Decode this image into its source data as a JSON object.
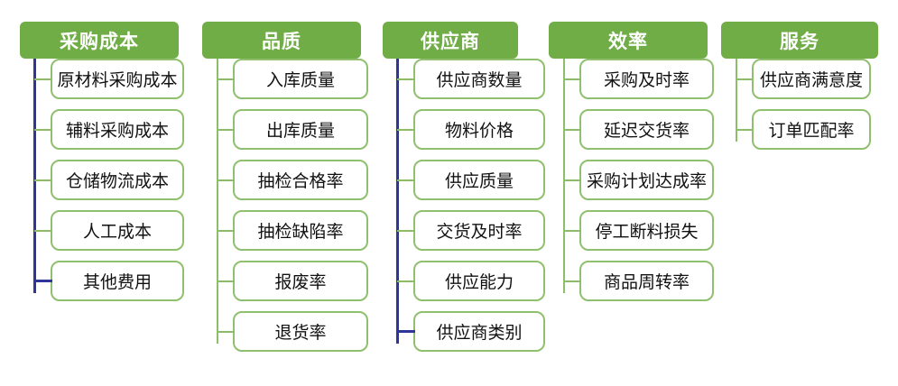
{
  "colors": {
    "category_fill": "#70AD47",
    "node_border": "#8FBF6F",
    "connector_green": "#8CBE68",
    "connector_navy": "#2F3699",
    "node_text": "#111111",
    "category_text": "#FFFFFF"
  },
  "columns": [
    {
      "header": "采购成本",
      "connector_color": "navy",
      "children": [
        "原材料采购成本",
        "辅料采购成本",
        "仓储物流成本",
        "人工成本",
        "其他费用"
      ]
    },
    {
      "header": "品质",
      "connector_color": "green",
      "children": [
        "入库质量",
        "出库质量",
        "抽检合格率",
        "抽检缺陷率",
        "报废率",
        "退货率"
      ]
    },
    {
      "header": "供应商",
      "connector_color": "navy",
      "children": [
        "供应商数量",
        "物料价格",
        "供应质量",
        "交货及时率",
        "供应能力",
        "供应商类别"
      ]
    },
    {
      "header": "效率",
      "connector_color": "green",
      "children": [
        "采购及时率",
        "延迟交货率",
        "采购计划达成率",
        "停工断料损失",
        "商品周转率"
      ]
    },
    {
      "header": "服务",
      "connector_color": "green",
      "children": [
        "供应商满意度",
        "订单匹配率"
      ]
    }
  ]
}
